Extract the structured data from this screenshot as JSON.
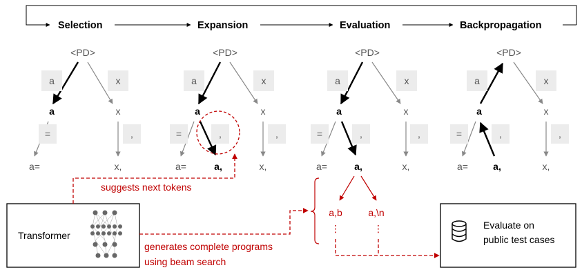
{
  "stages": [
    "Selection",
    "Expansion",
    "Evaluation",
    "Backpropagation"
  ],
  "trees": [
    {
      "root": "<PD>",
      "edge_a": "a",
      "edge_x": "x",
      "node_a": "a",
      "node_x": "x",
      "edge_eq": "=",
      "edge_comma_a": "",
      "edge_comma_x": ",",
      "leaf_eq": "a=",
      "leaf_comma_a": "",
      "leaf_comma_x": "x,"
    },
    {
      "root": "<PD>",
      "edge_a": "a",
      "edge_x": "x",
      "node_a": "a",
      "node_x": "x",
      "edge_eq": "=",
      "edge_comma_a": ",",
      "edge_comma_x": ",",
      "leaf_eq": "a=",
      "leaf_comma_a": "a,",
      "leaf_comma_x": "x,"
    },
    {
      "root": "<PD>",
      "edge_a": "a",
      "edge_x": "x",
      "node_a": "a",
      "node_x": "x",
      "edge_eq": "=",
      "edge_comma_a": ",",
      "edge_comma_x": ",",
      "leaf_eq": "a=",
      "leaf_comma_a": "a,",
      "leaf_comma_x": "x,"
    },
    {
      "root": "<PD>",
      "edge_a": "a",
      "edge_x": "x",
      "node_a": "a",
      "node_x": "x",
      "edge_eq": "=",
      "edge_comma_a": ",",
      "edge_comma_x": ",",
      "leaf_eq": "a=",
      "leaf_comma_a": "a,",
      "leaf_comma_x": "x,"
    }
  ],
  "evaluation_children": [
    "a,b",
    "a,\\n"
  ],
  "ellipsis": "⋮",
  "transformer_label": "Transformer",
  "suggest_label": "suggests next tokens",
  "generate_label_1": "generates complete programs",
  "generate_label_2": "using beam search",
  "evaluate_label_1": "Evaluate on",
  "evaluate_label_2": "public test cases",
  "icons": [
    "neural-network-icon",
    "database-icon"
  ],
  "colors": {
    "accent_red": "#c00000",
    "edge_gray": "#888888",
    "box_gray": "#ececec"
  }
}
